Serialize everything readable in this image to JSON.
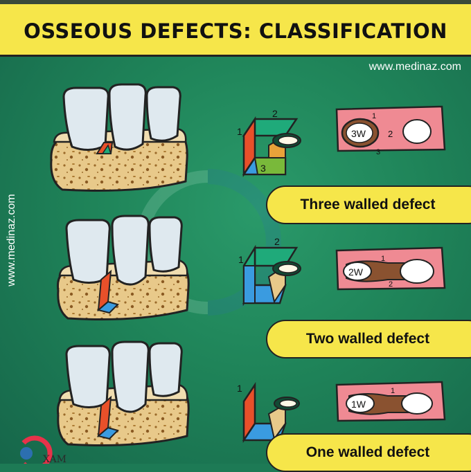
{
  "header": {
    "title": "OSSEOUS DEFECTS: CLASSIFICATION"
  },
  "watermark": {
    "site_top": "www.medinaz.com",
    "site_side": "www.medinaz.com",
    "logo_text": "XAM"
  },
  "rows": [
    {
      "label": "Three walled defect",
      "wall_numbers": [
        "1",
        "2",
        "3"
      ],
      "plan_label": "3W",
      "plan_numbers": [
        "1",
        "2",
        "3"
      ]
    },
    {
      "label": "Two walled defect",
      "wall_numbers": [
        "1",
        "2"
      ],
      "plan_label": "2W",
      "plan_numbers": [
        "1",
        "2"
      ]
    },
    {
      "label": "One walled defect",
      "wall_numbers": [
        "1"
      ],
      "plan_label": "1W",
      "plan_numbers": [
        "1"
      ]
    }
  ],
  "colors": {
    "title_band": "#f6e64a",
    "background": "#1f8459",
    "bone": "#e8c98a",
    "tooth": "#dfe9ef",
    "wall_red": "#e8502a",
    "wall_blue": "#3a9be0",
    "wall_green": "#1faa7a",
    "gum": "#ef8a93",
    "defect": "#8a5230"
  }
}
